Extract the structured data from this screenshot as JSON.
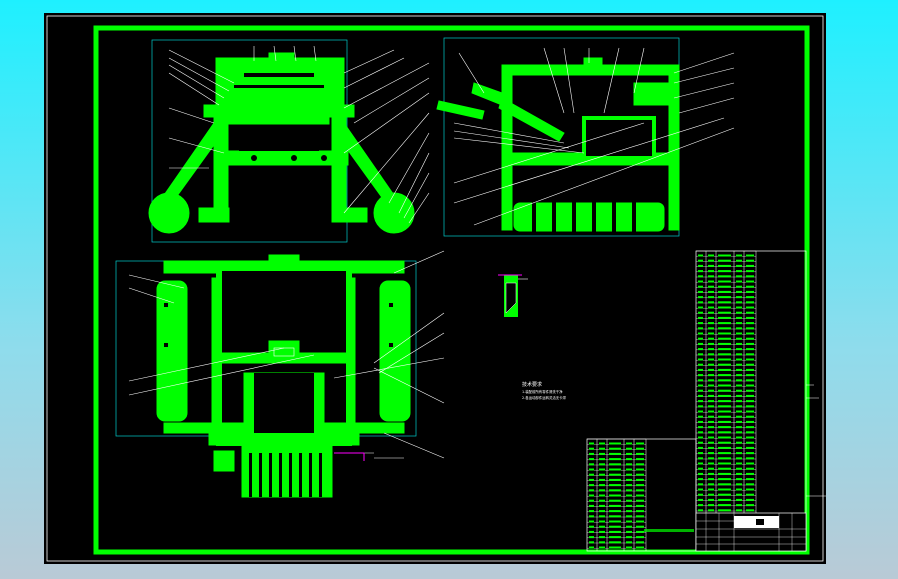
{
  "viewer": {
    "background_top": "#1ef0ff",
    "background_bottom": "#b9cad6",
    "sheet_color": "#000000",
    "line_color": "#00ff00",
    "leader_color": "#ffffff",
    "dimension_color": "#00ffff",
    "annotation_color": "#ff00ff"
  },
  "drawing": {
    "technical_notes_title": "技术要求",
    "technical_notes": [
      "1.装配前所有零件清洗干净",
      "2.各运动部件运转灵活无卡滞"
    ],
    "title_block": {
      "company": "",
      "drawing_title": "",
      "scale": "",
      "sheet": ""
    },
    "views": [
      {
        "name": "front-view"
      },
      {
        "name": "side-view"
      },
      {
        "name": "top-view"
      },
      {
        "name": "detail-view"
      }
    ]
  }
}
